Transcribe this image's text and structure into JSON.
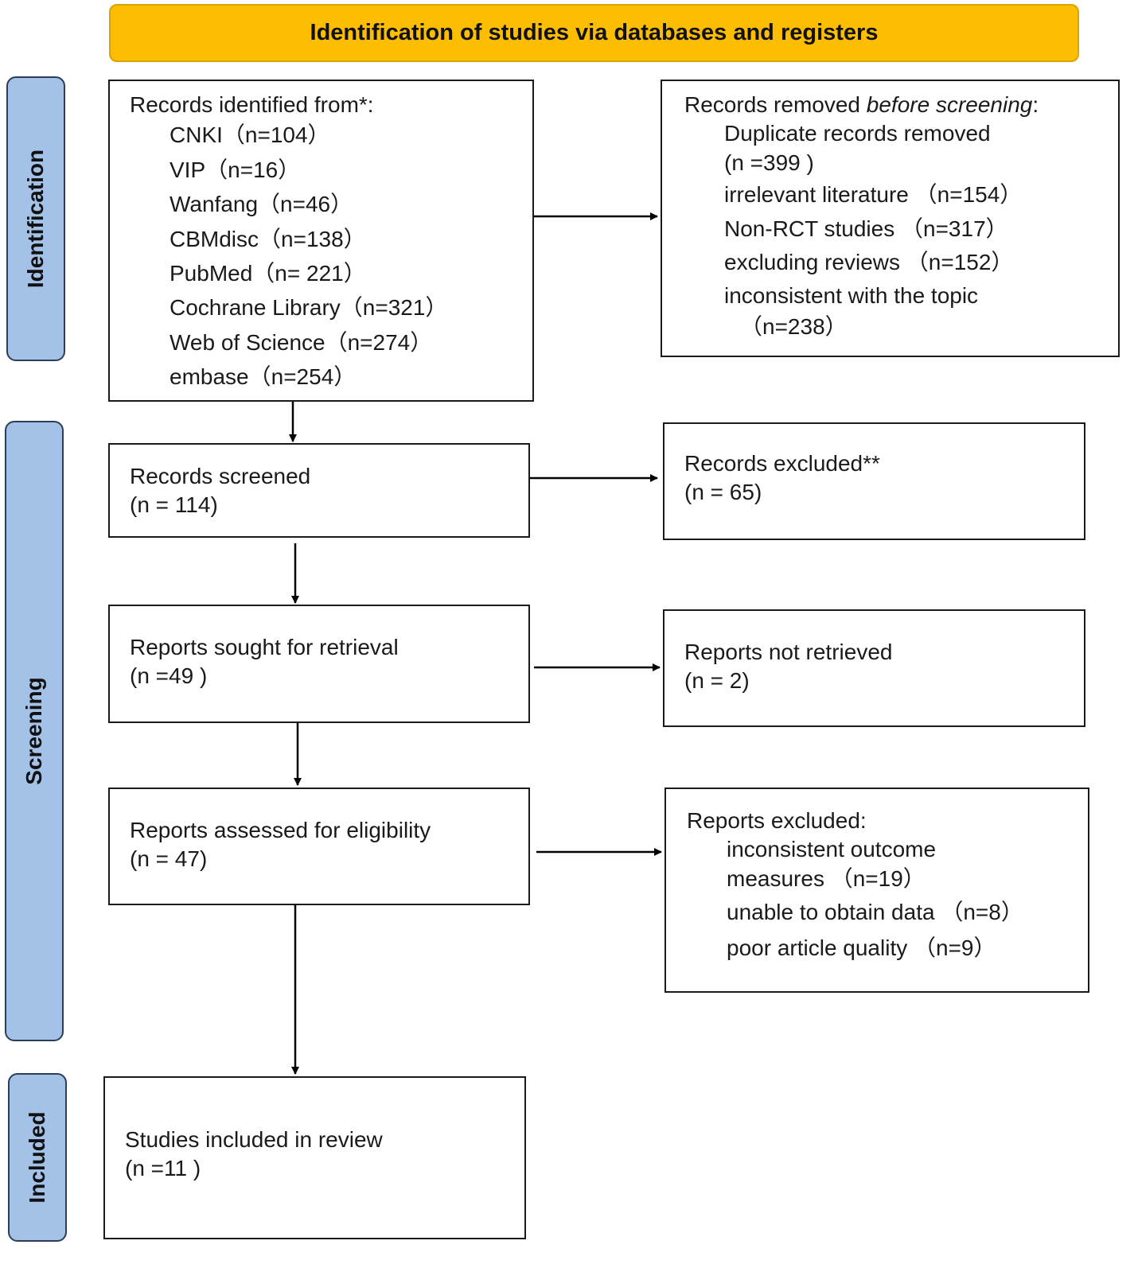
{
  "header": {
    "title": "Identification of studies via databases and registers"
  },
  "phases": {
    "identification": "Identification",
    "screening": "Screening",
    "included": "Included"
  },
  "records_identified": {
    "heading": "Records identified from*:",
    "items": [
      {
        "source": "CNKI",
        "count": "（n=104）"
      },
      {
        "source": "VIP",
        "count": "（n=16）"
      },
      {
        "source": "Wanfang",
        "count": "（n=46）"
      },
      {
        "source": "CBMdisc",
        "count": "（n=138）"
      },
      {
        "source": "PubMed",
        "count": "（n= 221）"
      },
      {
        "source": "Cochrane Library",
        "count": "（n=321）"
      },
      {
        "source": "Web of Science",
        "count": "（n=274）"
      },
      {
        "source": "embase",
        "count": "（n=254）"
      }
    ]
  },
  "records_removed": {
    "heading_prefix": "Records removed ",
    "heading_italic": "before screening",
    "heading_suffix": ":",
    "duplicate_label": "Duplicate records removed",
    "duplicate_count": "(n =399 )",
    "irrelevant": "irrelevant literature （n=154）",
    "non_rct": "Non-RCT studies （n=317）",
    "reviews": "excluding reviews （n=152）",
    "inconsistent_label": "inconsistent with the topic",
    "inconsistent_count": "（n=238）"
  },
  "records_screened": {
    "label": "Records screened",
    "count": "(n = 114)"
  },
  "records_excluded": {
    "label": "Records excluded**",
    "count": "(n = 65)"
  },
  "reports_sought": {
    "label": "Reports sought for retrieval",
    "count": "(n =49 )"
  },
  "reports_not_retrieved": {
    "label": "Reports not retrieved",
    "count": "(n = 2)"
  },
  "reports_assessed": {
    "label": "Reports assessed for eligibility",
    "count": "(n = 47)"
  },
  "reports_excluded": {
    "heading": "Reports excluded:",
    "outcome_line1": "inconsistent outcome",
    "outcome_line2": "measures （n=19）",
    "no_data": "unable to obtain data （n=8）",
    "poor_quality": "poor article quality （n=9）"
  },
  "studies_included": {
    "label": "Studies included in review",
    "count": "(n =11 )"
  }
}
